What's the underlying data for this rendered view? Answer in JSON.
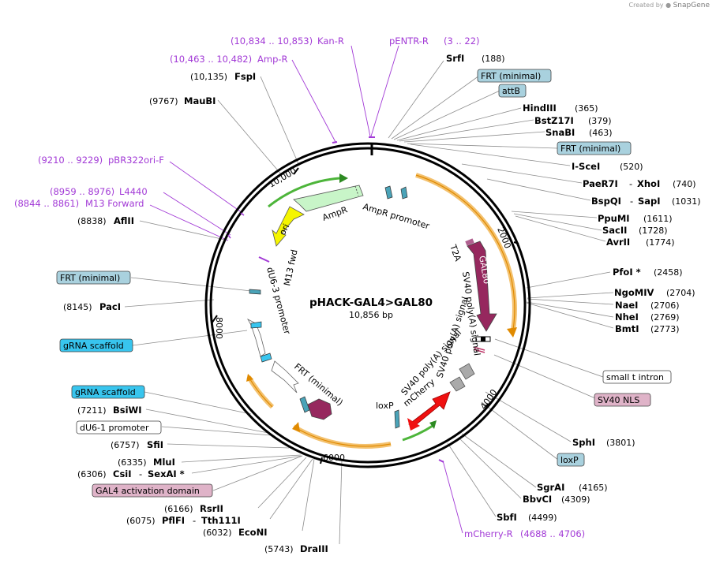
{
  "header": {
    "created_prefix": "Created by",
    "brand": "SnapGene"
  },
  "plasmid": {
    "name": "pHACK-GAL4>GAL80",
    "size": "10,856 bp",
    "ticks": [
      "2000",
      "4000",
      "6000",
      "8000",
      "10,000"
    ]
  },
  "features": {
    "ampr": "AmpR",
    "ampr_promoter": "AmpR promoter",
    "ori": "ori",
    "m13_fwd": "M13 fwd",
    "du6_3_promoter": "dU6-3 promoter",
    "frt_minimal": "FRT (minimal)",
    "t2a": "T2A",
    "gal80": "GAL80",
    "sv40_signal_a": "SV40 poly(A) signal",
    "sv40_signal_b": "SV40 poly(A) signal",
    "sv40_signal_c": "SV40 poly(A) signal",
    "mcherry": "mCherry",
    "loxp": "loxP"
  },
  "primers": {
    "kanr_pos": "(10,834 .. 10,853)",
    "kanr_name": "Kan-R",
    "pentr_name": "pENTR-R",
    "pentr_pos": "(3 .. 22)",
    "ampr_pos": "(10,463 .. 10,482)",
    "ampr_name": "Amp-R",
    "pbr_pos": "(9210 .. 9229)",
    "pbr_name": "pBR322ori-F",
    "l4440_pos": "(8959 .. 8976)",
    "l4440_name": "L4440",
    "m13_pos": "(8844 .. 8861)",
    "m13_name": "M13 Forward",
    "mcherry_name": "mCherry-R",
    "mcherry_pos": "(4688 .. 4706)"
  },
  "sites": {
    "srfi": {
      "name": "SrfI",
      "pos": "(188)"
    },
    "hindiii": {
      "name": "HindIII",
      "pos": "(365)"
    },
    "bstz17i": {
      "name": "BstZ17I",
      "pos": "(379)"
    },
    "snabi": {
      "name": "SnaBI",
      "pos": "(463)"
    },
    "iscei": {
      "name": "I-SceI",
      "pos": "(520)"
    },
    "paer7i": {
      "name": "PaeR7I",
      "sep": "-",
      "name2": "XhoI",
      "pos": "(740)"
    },
    "bspqi": {
      "name": "BspQI",
      "sep": "-",
      "name2": "SapI",
      "pos": "(1031)"
    },
    "ppumi": {
      "name": "PpuMI",
      "pos": "(1611)"
    },
    "sacii": {
      "name": "SacII",
      "pos": "(1728)"
    },
    "avrii": {
      "name": "AvrII",
      "pos": "(1774)"
    },
    "pfoi": {
      "name": "PfoI *",
      "pos": "(2458)"
    },
    "ngomiv": {
      "name": "NgoMIV",
      "pos": "(2704)"
    },
    "naei": {
      "name": "NaeI",
      "pos": "(2706)"
    },
    "nhei": {
      "name": "NheI",
      "pos": "(2769)"
    },
    "bmti": {
      "name": "BmtI",
      "pos": "(2773)"
    },
    "sphi": {
      "name": "SphI",
      "pos": "(3801)"
    },
    "sgrai": {
      "name": "SgrAI",
      "pos": "(4165)"
    },
    "bbvci": {
      "name": "BbvCI",
      "pos": "(4309)"
    },
    "sbfi": {
      "name": "SbfI",
      "pos": "(4499)"
    },
    "draiii": {
      "name": "DraIII",
      "pos": "(5743)"
    },
    "econi": {
      "name": "EcoNI",
      "pos": "(6032)"
    },
    "pflfi": {
      "name": "PflFI",
      "sep": "-",
      "name2": "Tth111I",
      "pos": "(6075)"
    },
    "rsrii": {
      "name": "RsrII",
      "pos": "(6166)"
    },
    "csii": {
      "name": "CsiI",
      "sep": "-",
      "name2": "SexAI *",
      "pos": "(6306)"
    },
    "mlui": {
      "name": "MluI",
      "pos": "(6335)"
    },
    "sfii": {
      "name": "SfiI",
      "pos": "(6757)"
    },
    "bsiwi": {
      "name": "BsiWI",
      "pos": "(7211)"
    },
    "paci": {
      "name": "PacI",
      "pos": "(8145)"
    },
    "aflii": {
      "name": "AflII",
      "pos": "(8838)"
    },
    "maubi": {
      "name": "MauBI",
      "pos": "(9767)"
    },
    "fspi": {
      "name": "FspI",
      "pos": "(10,135)"
    }
  },
  "boxes": {
    "frt_top1": "FRT (minimal)",
    "attb": "attB",
    "frt_top2": "FRT (minimal)",
    "frt_left": "FRT (minimal)",
    "grna1": "gRNA scaffold",
    "grna2": "gRNA scaffold",
    "du6_1": "dU6-1 promoter",
    "gal4_ad": "GAL4 activation domain",
    "small_t": "small t intron",
    "sv40_nls": "SV40 NLS",
    "loxp": "loxP"
  },
  "colors": {
    "backbone": "#000000",
    "primer": "#a23ad6",
    "frt_box": "#a9d1de",
    "grna_box": "#38c5ee",
    "pink_box": "#dfb3c8",
    "gal80": "#96285e",
    "ori": "#f5f500",
    "ampr": "#c8f5c8",
    "mcherry": "#f01010",
    "orf_band": "#f2ba5e",
    "green_arrow": "#4db53a"
  }
}
